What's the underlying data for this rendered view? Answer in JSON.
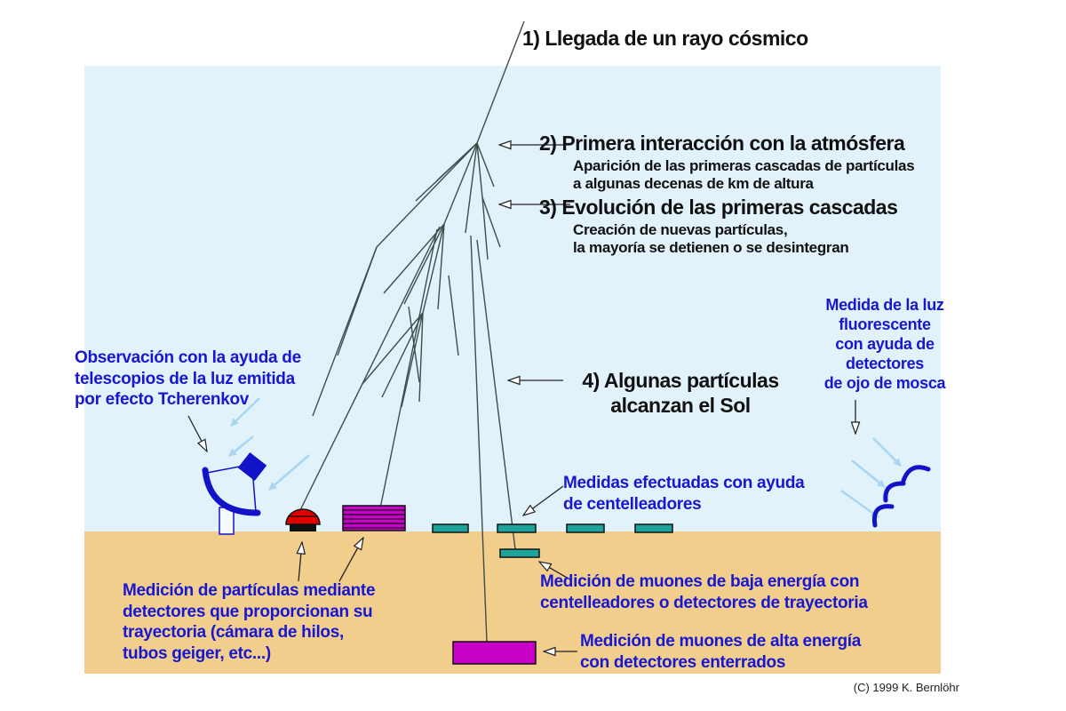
{
  "steps": {
    "s1": {
      "label": "1) Llegada de un rayo cósmico"
    },
    "s2": {
      "label": "2) Primera interacción con la atmósfera",
      "detail1": "Aparición de las primeras cascadas de partículas",
      "detail2": "a algunas decenas de km de altura"
    },
    "s3": {
      "label": "3) Evolución de las primeras cascadas",
      "detail1": "Creación de nuevas partículas,",
      "detail2": "la mayoría se detienen o se desintegran"
    },
    "s4": {
      "line1": "4) Algunas partículas",
      "line2": "alcanzan el Sol"
    }
  },
  "annotations": {
    "cherenkov": {
      "line1": "Observación con la ayuda de",
      "line2": "telescopios de la luz emitida",
      "line3": "por efecto Tcherenkov"
    },
    "fluorescence": {
      "line1": "Medida de la luz",
      "line2": "fluorescente",
      "line3": "con ayuda de",
      "line4": "detectores",
      "line5": "de ojo de mosca"
    },
    "scintillators": {
      "line1": "Medidas efectuadas con ayuda",
      "line2": "de centelleadores"
    },
    "tracking": {
      "line1": "Medición de partículas mediante",
      "line2": "detectores que proporcionan su",
      "line3": "trayectoria (cámara de hilos,",
      "line4": "tubos geiger, etc...)"
    },
    "muons_low": {
      "line1": "Medición de muones de baja energía con",
      "line2": "centelleadores o detectores de trayectoria"
    },
    "muons_high": {
      "line1": "Medición de muones de alta energía",
      "line2": "con detectores enterrados"
    }
  },
  "copyright": "(C) 1999 K. Bernlöhr",
  "colors": {
    "sky": "#E2F2FB",
    "ground": "#F2CE8D",
    "step_text": "#111111",
    "annotation_blue": "#1717D2",
    "shower_line": "#3E4D4B",
    "telescope_blue": "#1212C8",
    "cherenkov_light": "#A9D6F0",
    "detector_red": "#E00000",
    "detector_magenta": "#C800C8",
    "detector_teal": "#1CA49C"
  }
}
